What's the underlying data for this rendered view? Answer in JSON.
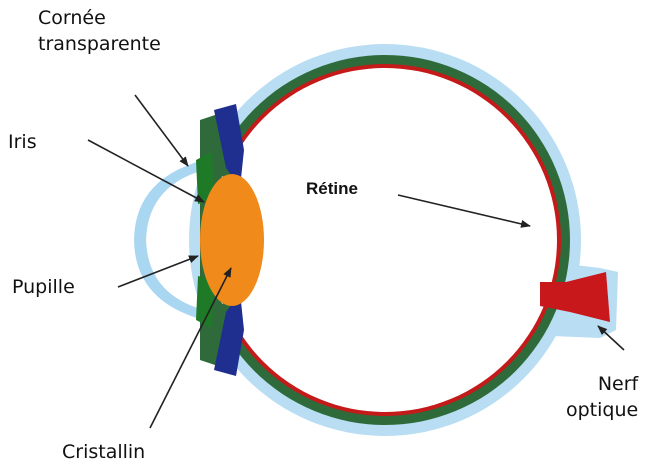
{
  "labels": {
    "cornee_l1": "Cornée",
    "cornee_l2": "transparente",
    "iris": "Iris",
    "retine": "Rétine",
    "pupille": "Pupille",
    "nerf_l1": "Nerf",
    "nerf_l2": "optique",
    "cristallin": "Cristallin"
  },
  "colors": {
    "cornea": "#a9d6f0",
    "outer_layer": "#8ecbe8",
    "choroid": "#2f6b3a",
    "iris": "#1f7a28",
    "ciliary": "#1f2f8f",
    "retina": "#c41a1a",
    "lens": "#f08a1a",
    "nerve": "#c8181b",
    "arrow": "#222222"
  }
}
